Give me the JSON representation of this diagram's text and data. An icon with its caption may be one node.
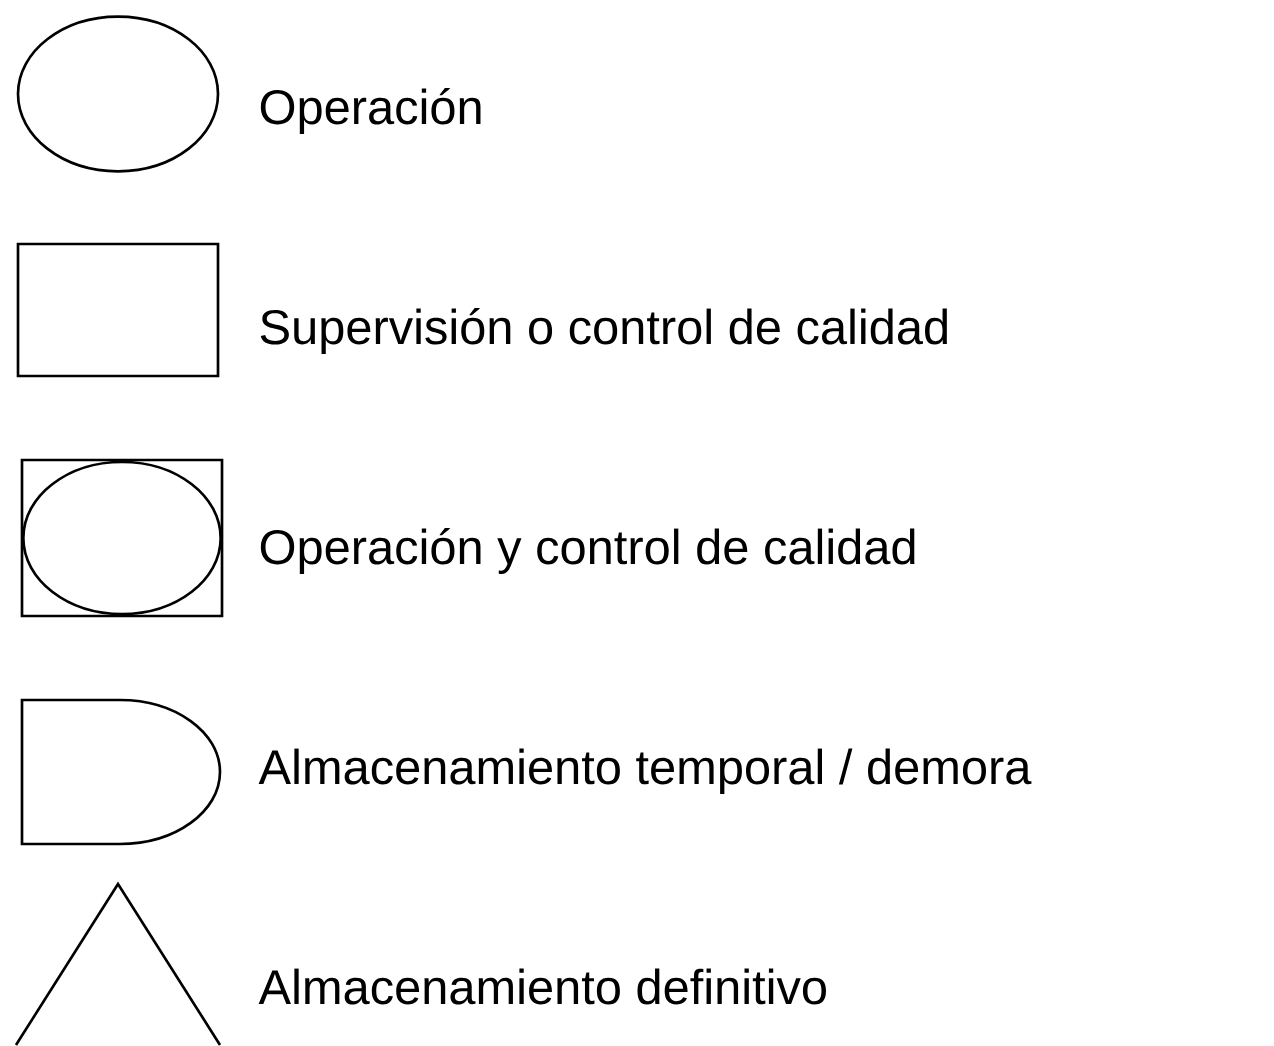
{
  "diagram": {
    "legend": [
      {
        "text": "Operación"
      },
      {
        "text": "Supervisión o control de calidad"
      },
      {
        "text": "Operación y control de calidad"
      },
      {
        "text": "Almacenamiento temporal / demora"
      },
      {
        "text": "Almacenamiento definitivo"
      }
    ]
  }
}
